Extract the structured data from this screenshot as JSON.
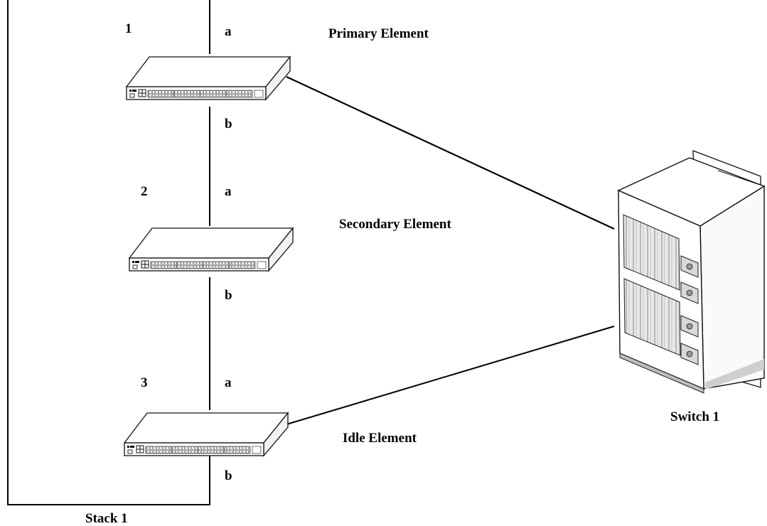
{
  "stack": {
    "label": "Stack 1"
  },
  "elements": [
    {
      "number": "1",
      "port_top": "a",
      "port_bottom": "b",
      "role": "Primary Element"
    },
    {
      "number": "2",
      "port_top": "a",
      "port_bottom": "b",
      "role": "Secondary Element"
    },
    {
      "number": "3",
      "port_top": "a",
      "port_bottom": "b",
      "role": "Idle Element"
    }
  ],
  "switch": {
    "label": "Switch 1"
  }
}
